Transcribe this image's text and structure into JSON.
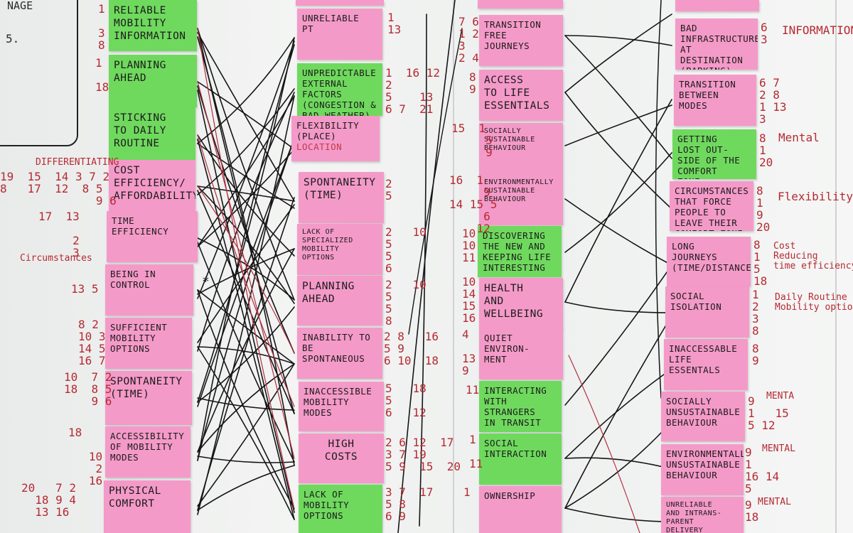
{
  "board": {
    "col1": [
      {
        "text": "RELIABLE\nMOBILITY\nINFORMATION",
        "color": "green"
      },
      {
        "text": "PLANNING\nAHEAD",
        "color": "green"
      },
      {
        "text": "STICKING\nTO DAILY\nROUTINE",
        "color": "green"
      },
      {
        "text": "COST\nEFFICIENCY/\nAFFORDABILITY",
        "color": "pink"
      },
      {
        "text": "TIME\nEFFICIENCY",
        "color": "pink"
      },
      {
        "text": "BEING IN\nCONTROL",
        "color": "pink"
      },
      {
        "text": "SUFFICIENT\nMOBILITY\nOPTIONS",
        "color": "pink"
      },
      {
        "text": "SPONTANEITY\n(TIME)",
        "color": "pink"
      },
      {
        "text": "ACCESSIBILITY\nOF MOBILITY\nMODES",
        "color": "pink"
      },
      {
        "text": "PHYSICAL\nCOMFORT",
        "color": "pink"
      }
    ],
    "col2": [
      {
        "text": "UNRELIABLE\nPT",
        "color": "pink"
      },
      {
        "text": "UNPREDICTABLE\nEXTERNAL\nFACTORS\n(CONGESTION &\nBAD WEATHER)",
        "color": "green"
      },
      {
        "text": "FLEXIBILITY\n(PLACE)",
        "sub": "LOCATION",
        "color": "pink"
      },
      {
        "text": "SPONTANEITY\n(TIME)",
        "color": "pink"
      },
      {
        "text": "LACK OF\nSPECIALIZED\nMOBILITY\nOPTIONS",
        "color": "pink"
      },
      {
        "text": "PLANNING\nAHEAD",
        "color": "pink"
      },
      {
        "text": "INABILITY TO\nBE SPONTANEOUS",
        "color": "pink"
      },
      {
        "text": "INACCESSIBLE\nMOBILITY\nMODES",
        "color": "pink"
      },
      {
        "text": "HIGH\nCOSTS",
        "color": "pink"
      },
      {
        "text": "LACK OF\nMOBILITY\nOPTIONS",
        "color": "green"
      }
    ],
    "col3": [
      {
        "text": "TRANSITION\nFREE\nJOURNEYS",
        "color": "pink"
      },
      {
        "text": "ACCESS\nTO LIFE\nESSENTIALS",
        "color": "pink"
      },
      {
        "text": "SOCIALLY\nSUSTAINABLE\nBEHAVIOUR",
        "color": "pink"
      },
      {
        "text": "ENVIRONMENTALLY\nSUSTAINABLE\nBEHAVIOUR",
        "color": "pink"
      },
      {
        "text": "DISCOVERING\nTHE NEW AND\nKEEPING LIFE\nINTERESTING",
        "color": "green"
      },
      {
        "text": "HEALTH\nAND\nWELLBEING",
        "color": "pink"
      },
      {
        "text": "QUIET ENVIRON-\nMENT",
        "color": "pink"
      },
      {
        "text": "INTERACTING\nWITH STRANGERS\nIN TRANSIT",
        "color": "green"
      },
      {
        "text": "SOCIAL\nINTERACTION",
        "color": "green"
      },
      {
        "text": "OWNERSHIP",
        "color": "pink"
      }
    ],
    "col4": [
      {
        "text": "BAD INFRASTRUCTURE\nAT DESTINATION\n(PARKING)",
        "color": "pink"
      },
      {
        "text": "TRANSITION\nBETWEEN\nMODES",
        "color": "pink"
      },
      {
        "text": "GETTING\nLOST OUT-\nSIDE OF THE\nCOMFORT\nZONE",
        "color": "green"
      },
      {
        "text": "CIRCUMSTANCES\nTHAT FORCE\nPEOPLE TO\nLEAVE THEIR\nCOMFORT ZONE",
        "color": "pink"
      },
      {
        "text": "LONG JOURNEYS\n(TIME/DISTANCE)",
        "color": "pink"
      },
      {
        "text": "SOCIAL\nISOLATION",
        "color": "pink"
      },
      {
        "text": "INACCESSABLE\nLIFE ESSENTALS",
        "color": "pink"
      },
      {
        "text": "SOCIALLY\nUNSUSTAINABLE\nBEHAVIOUR",
        "color": "pink"
      },
      {
        "text": "ENVIRONMENTALLY\nUNSUSTAINABLE\nBEHAVIOUR",
        "color": "pink"
      },
      {
        "text": "UNRELIABLE\nAND INTRANS-\nPARENT\nDELIVERY SERVICES",
        "color": "pink"
      }
    ],
    "annotations": {
      "corner": "NAGE",
      "corner2": "5.",
      "diff": "DIFFERENTIATING",
      "circ": "Circumstances",
      "info": "INFORMATION",
      "mental1": "Mental",
      "flex": "Flexibility",
      "cost": "Cost\nReducing\ntime efficiency",
      "daily": "Daily Routine\nMobility options",
      "menta": "MENTA",
      "mental2": "MENTAL",
      "mental3": "MENTAL",
      "star": "*"
    },
    "numbers": {
      "c1_1": "1\n\n3\n8",
      "c1_2": "1\n\n18",
      "c1_row1": "19  15  14 3 7 2\n8   17  12  8 5\n              9 6",
      "c1_3": "17  13\n\n     2\n     3",
      "c1_4": "13 5",
      "c1_5": "8 2\n10 3\n14 5\n16 7",
      "c1_6": "10  7 2\n18  8 5\n    9 6",
      "c1_7": "18\n\n   10\n    2\n   16",
      "c1_8": "20   7 2\n  18 9 4\n  13 16",
      "c2_1": "1\n13",
      "c2_2": "1  16 12\n2\n5    13\n6 7  21",
      "c2_3": "2\n5",
      "c2_4": "2   10\n5\n5\n6",
      "c2_5": "2   10\n5\n5\n8",
      "c2_6": "2 8   16\n5 9\n6 10  18",
      "c2_7": "5   18\n5\n6   12",
      "c2_8": "2 6 12  17\n3 7 19\n5 9  15  20",
      "c2_9": "3 7  17\n5 8\n6 9",
      "c3_1": "7 6\n1 2\n3\n2 4",
      "c3_2": "8\n9",
      "c3_3": "15  1\n     5\n     9",
      "c3_4": "16  1\n     9\n14 15 5\n     6\n    12",
      "c3_5": "10\n10\n11",
      "c3_6": "10\n14\n15\n16",
      "c3_7": "4\n\n13\n9",
      "c3_8": "11",
      "c3_9": "1\n\n11",
      "c3_10": "1",
      "c4_1": "6\n3",
      "c4_2": "6 7\n2 8\n1 13\n3",
      "c4_3": "8\n1\n20",
      "c4_4": "8\n1\n9\n20",
      "c4_5": "8\n1\n5\n18",
      "c4_6": "1\n2\n3\n8",
      "c4_7": "8\n9",
      "c4_8": "9\n1   15\n5 12",
      "c4_9": "9\n1\n16 14\n5",
      "c4_10": "9\n18"
    }
  }
}
